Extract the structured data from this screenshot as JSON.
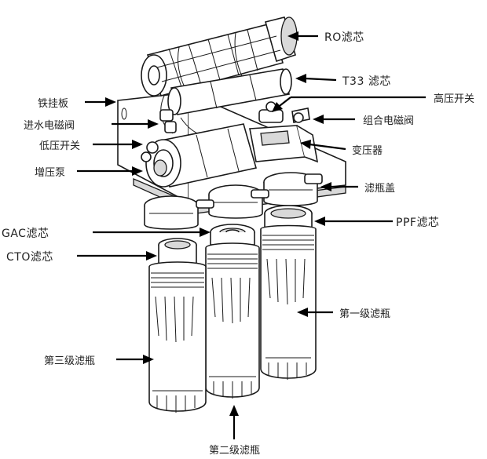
{
  "labels": {
    "ro_filter": "RO滤芯",
    "t33_filter": "T33 滤芯",
    "high_pressure_switch": "高压开关",
    "iron_hanging_plate": "铁挂板",
    "combined_solenoid_valve": "组合电磁阀",
    "inlet_solenoid_valve": "进水电磁阀",
    "low_pressure_switch": "低压开关",
    "transformer": "变压器",
    "booster_pump": "增压泵",
    "bottle_cap": "滤瓶盖",
    "ppf_filter": "PPF滤芯",
    "gac_filter": "GAC滤芯",
    "cto_filter": "CTO滤芯",
    "first_stage_bottle": "第一级滤瓶",
    "third_stage_bottle": "第三级滤瓶",
    "second_stage_bottle": "第二级滤瓶"
  },
  "colors": {
    "line": "#1a1a1a",
    "arrow": "#000000",
    "text": "#222222",
    "shade": "#d9d9d9"
  }
}
